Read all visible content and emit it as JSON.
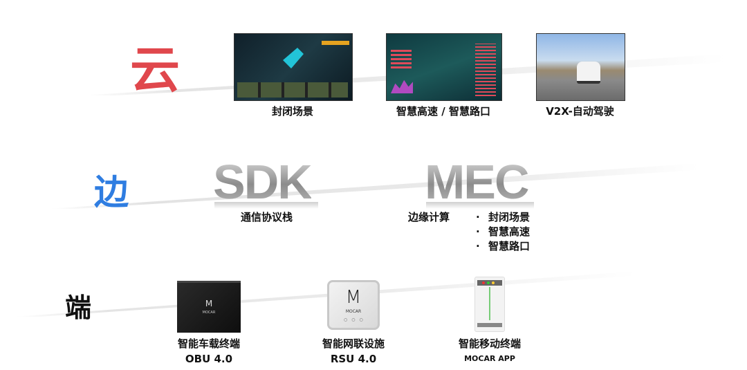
{
  "cloud": {
    "tier_label": "云",
    "color": "#e0474c",
    "items": [
      {
        "label": "封闭场景",
        "icon": "dashboard-screenshot"
      },
      {
        "label": "智慧高速 / 智慧路口",
        "icon": "analytics-screenshot"
      },
      {
        "label": "V2X-自动驾驶",
        "icon": "autonomous-shuttle-photo"
      }
    ]
  },
  "edge": {
    "tier_label": "边",
    "color": "#2f7de1",
    "sdk": {
      "title": "SDK",
      "caption": "通信协议栈"
    },
    "mec": {
      "title": "MEC",
      "caption": "边缘计算",
      "bullets": [
        "封闭场景",
        "智慧高速",
        "智慧路口"
      ]
    }
  },
  "device": {
    "tier_label": "端",
    "color": "#111111",
    "items": [
      {
        "label": "智能车载终端",
        "sub": "OBU 4.0",
        "brand": "MOCAR"
      },
      {
        "label": "智能网联设施",
        "sub": "RSU 4.0",
        "brand": "MOCAR"
      },
      {
        "label": "智能移动终端",
        "sub": "MOCAR APP"
      }
    ]
  }
}
